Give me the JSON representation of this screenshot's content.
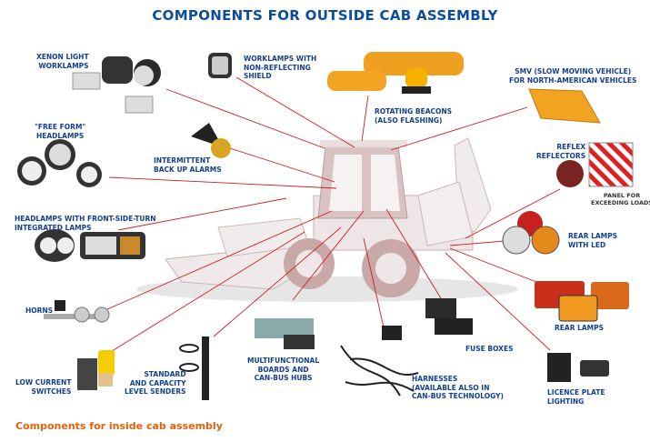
{
  "title": "COMPONENTS FOR OUTSIDE CAB ASSEMBLY",
  "footer_link": "Components for inside cab assembly",
  "colors": {
    "title": "#0b4d9c",
    "labels": "#12408e",
    "leader_lines": "#d11c1c",
    "footer": "#e2620c",
    "machine": "#c9a8a8"
  },
  "components": [
    {
      "id": "xenon",
      "lines": [
        "XENON LIGHT",
        "WORKLAMPS"
      ]
    },
    {
      "id": "worklamps-shield",
      "lines": [
        "WORKLAMPS WITH",
        "NON-REFLECTING",
        "SHIELD"
      ]
    },
    {
      "id": "beacons",
      "lines": [
        "ROTATING BEACONS",
        "(ALSO FLASHING)"
      ]
    },
    {
      "id": "smv",
      "lines": [
        "SMV (SLOW MOVING VEHICLE)",
        "FOR NORTH-AMERICAN VEHICLES"
      ]
    },
    {
      "id": "freeform",
      "lines": [
        "\"FREE FORM\"",
        "HEADLAMPS"
      ]
    },
    {
      "id": "alarms",
      "lines": [
        "INTERMITTENT",
        "BACK UP ALARMS"
      ]
    },
    {
      "id": "reflex",
      "lines": [
        "REFLEX",
        "REFLECTORS"
      ]
    },
    {
      "id": "panel",
      "lines": [
        "PANEL FOR",
        "EXCEEDING LOADS"
      ]
    },
    {
      "id": "headlamps-turn",
      "lines": [
        "HEADLAMPS WITH FRONT-SIDE-TURN",
        "INTEGRATED LAMPS"
      ]
    },
    {
      "id": "rear-led",
      "lines": [
        "REAR LAMPS",
        "WITH LED"
      ]
    },
    {
      "id": "horns",
      "lines": [
        "HORNS"
      ]
    },
    {
      "id": "rear-lamps",
      "lines": [
        "REAR LAMPS"
      ]
    },
    {
      "id": "fuse",
      "lines": [
        "FUSE BOXES"
      ]
    },
    {
      "id": "multifunctional",
      "lines": [
        "MULTIFUNCTIONAL",
        "BOARDS AND",
        "CAN-BUS HUBS"
      ]
    },
    {
      "id": "switches",
      "lines": [
        "LOW CURRENT",
        "SWITCHES"
      ]
    },
    {
      "id": "senders",
      "lines": [
        "STANDARD",
        "AND CAPACITY",
        "LEVEL SENDERS"
      ]
    },
    {
      "id": "harnesses",
      "lines": [
        "HARNESSES",
        "(AVAILABLE ALSO IN",
        "CAN-BUS TECHNOLOGY)"
      ]
    },
    {
      "id": "licence",
      "lines": [
        "LICENCE PLATE",
        "LIGHTING"
      ]
    }
  ]
}
